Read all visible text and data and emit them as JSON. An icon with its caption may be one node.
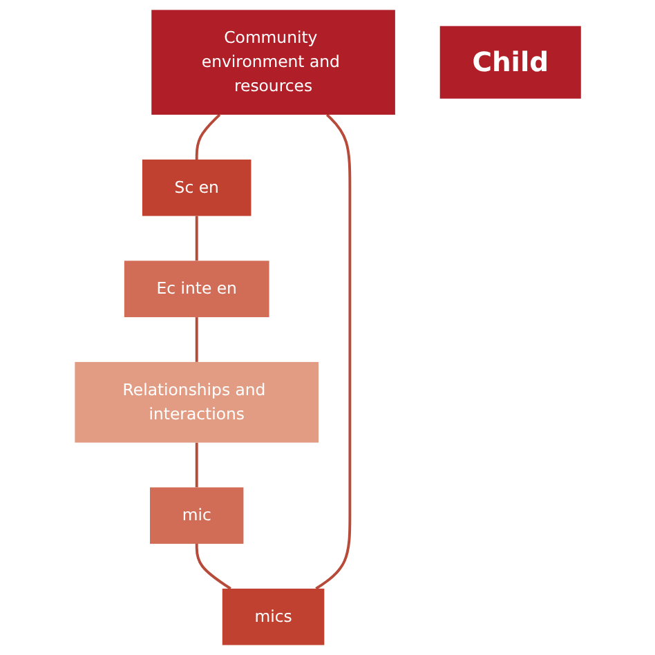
{
  "diagram": {
    "nodes": [
      {
        "text": [
          "Community environment and resources"
        ]
      },
      {
        "text": [
          "mics"
        ]
      },
      {
        "text": [
          "Child"
        ]
      },
      {
        "text": [
          "Sc en"
        ]
      },
      {
        "text": [
          "mic"
        ]
      },
      {
        "text": [
          "Ec inte en"
        ]
      },
      {
        "text": [
          "Relationships and interactions"
        ]
      }
    ],
    "edges": [
      {
        "from": 0,
        "to": 3,
        "arrow": "none"
      },
      {
        "from": 3,
        "to": 5,
        "arrow": "none"
      },
      {
        "from": 5,
        "to": 6,
        "arrow": "none"
      },
      {
        "from": 6,
        "to": 4,
        "arrow": "none"
      },
      {
        "from": 4,
        "to": 1,
        "arrow": "none"
      },
      {
        "from": 1,
        "to": 0,
        "arrow": "none"
      }
    ]
  }
}
